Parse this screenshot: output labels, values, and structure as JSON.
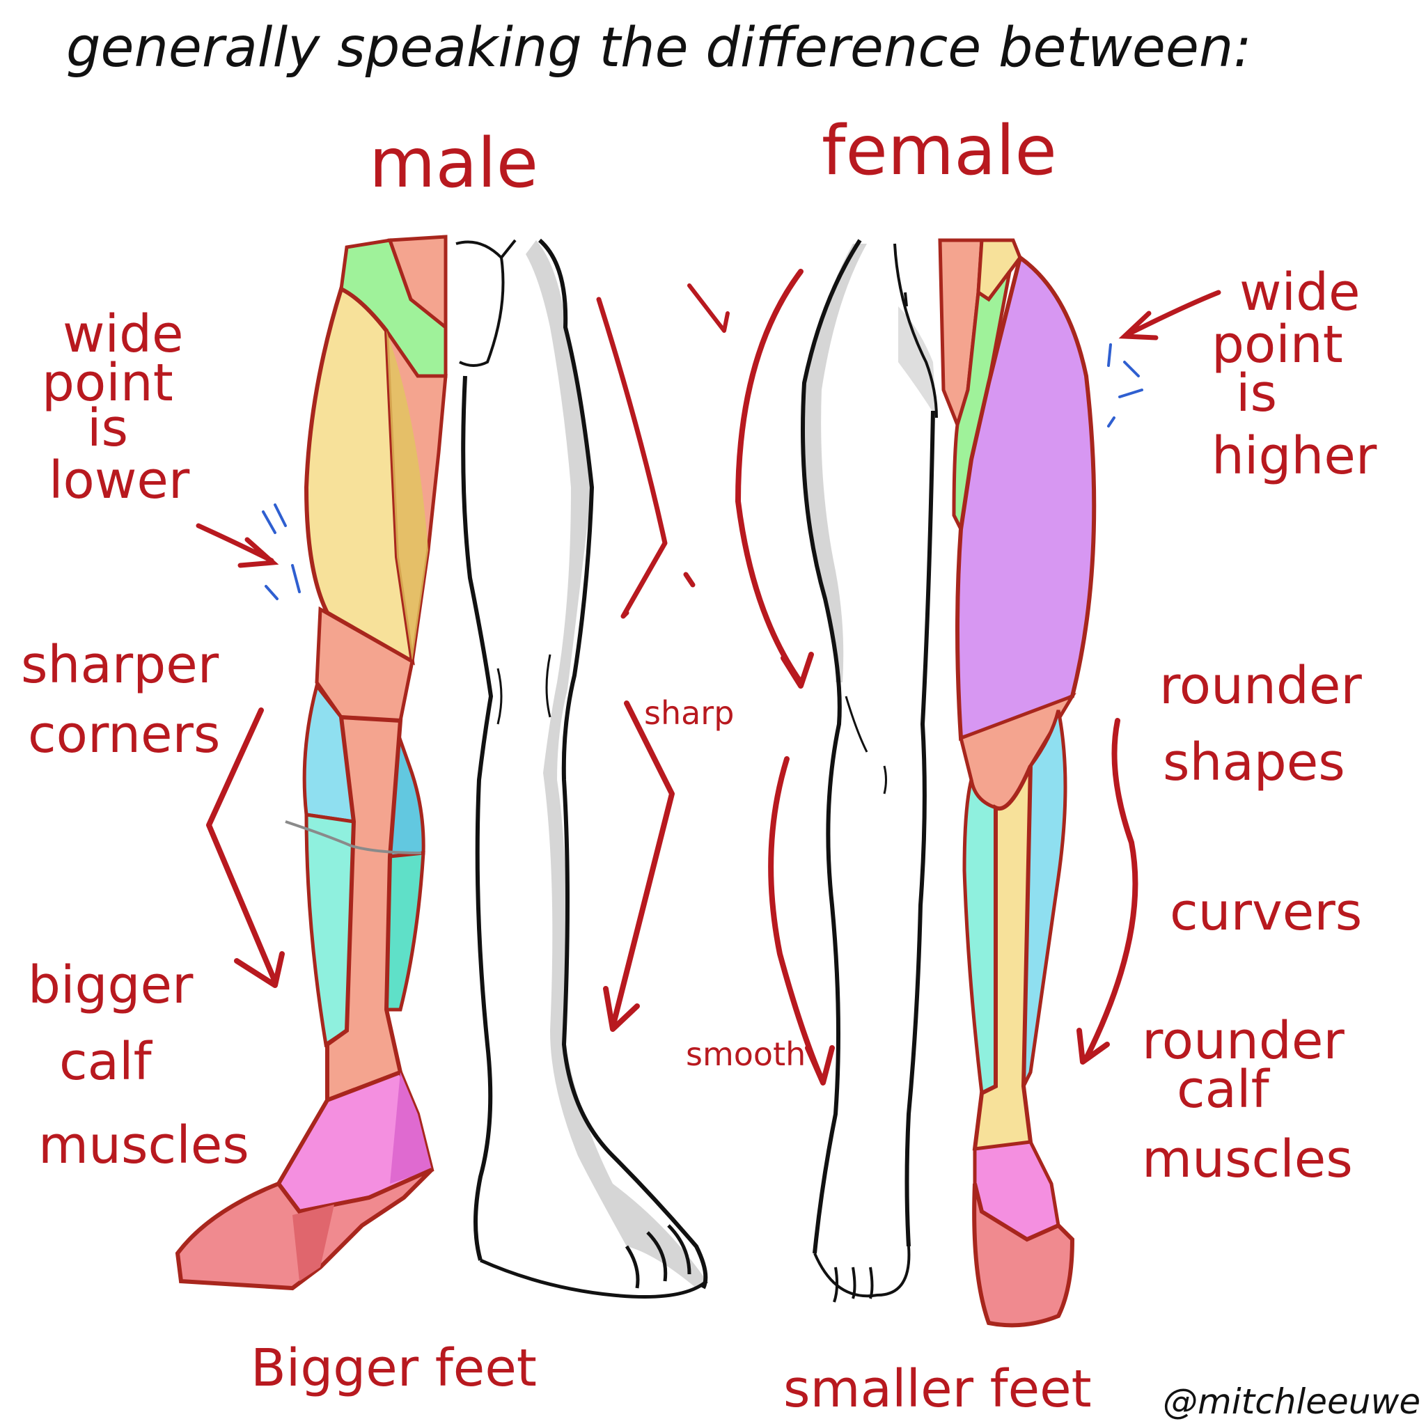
{
  "title": "generally speaking the difference between:",
  "columns": {
    "male": "male",
    "female": "female"
  },
  "male_notes": {
    "wide_point": [
      "wide",
      "point",
      "is",
      "lower"
    ],
    "sharper_corners": [
      "sharper",
      "corners"
    ],
    "bigger_calf": [
      "bigger",
      "calf",
      "muscles"
    ],
    "sharp": "sharp",
    "feet": "Bigger feet"
  },
  "female_notes": {
    "wide_point": [
      "wide",
      "point",
      "is",
      "higher"
    ],
    "rounder_shapes": [
      "rounder",
      "shapes"
    ],
    "curvers": "curvers",
    "rounder_calf": [
      "rounder",
      "calf",
      "muscles"
    ],
    "smooth": "smooth",
    "feet": "smaller feet"
  },
  "credit": "@mitchleeuwe",
  "colors": {
    "annotation_red": "#b8191f",
    "outline_red": "#a8261d",
    "spark_blue": "#2f5fd0",
    "thigh_yellow": "#f7e19a",
    "thigh_purple": "#d797f2",
    "shin_salmon": "#f4a48f",
    "calf_cyan": "#8fdff0",
    "calf_teal": "#8ff0de",
    "groin_green": "#9ff29a",
    "foot_pink": "#f48fe0",
    "foot_red": "#f08a8f"
  }
}
